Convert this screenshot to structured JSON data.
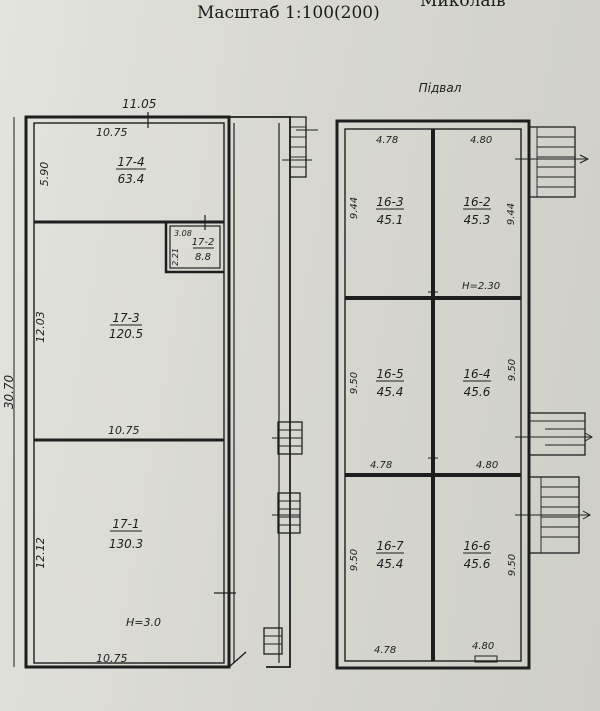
{
  "header": {
    "scale_label": "Масштаб 1:100(200)",
    "top_right_fragment": "Миколаїв"
  },
  "plan_left": {
    "dimensions": {
      "top_outer": "11.05",
      "top_inner": "10.75",
      "left_total": "30.70",
      "room_17_4_height": "5.90",
      "room_17_3_height": "12.03",
      "room_17_3_bottom_width": "10.75",
      "room_17_1_height": "12.12",
      "bottom_width": "10.75",
      "room_17_2_width": "3.08",
      "room_17_2_height": "2.21"
    },
    "rooms": [
      {
        "id": "17-4",
        "area": "63.4"
      },
      {
        "id": "17-2",
        "area": "8.8"
      },
      {
        "id": "17-3",
        "area": "120.5"
      },
      {
        "id": "17-1",
        "area": "130.3"
      }
    ],
    "height_note": "H=3.0"
  },
  "plan_right": {
    "title": "Підвал",
    "height_note": "H=2.30",
    "rooms": [
      {
        "id": "16-3",
        "area": "45.1",
        "width": "4.78",
        "height": "9.44"
      },
      {
        "id": "16-2",
        "area": "45.3",
        "width": "4.80",
        "height": "9.44"
      },
      {
        "id": "16-5",
        "area": "45.4",
        "width": "4.78",
        "height": "9.50"
      },
      {
        "id": "16-4",
        "area": "45.6",
        "width": "4.80",
        "height": "9.50"
      },
      {
        "id": "16-7",
        "area": "45.4",
        "width": "4.78",
        "height": "9.50"
      },
      {
        "id": "16-6",
        "area": "45.6",
        "width": "4.80",
        "height": "9.50"
      }
    ]
  }
}
